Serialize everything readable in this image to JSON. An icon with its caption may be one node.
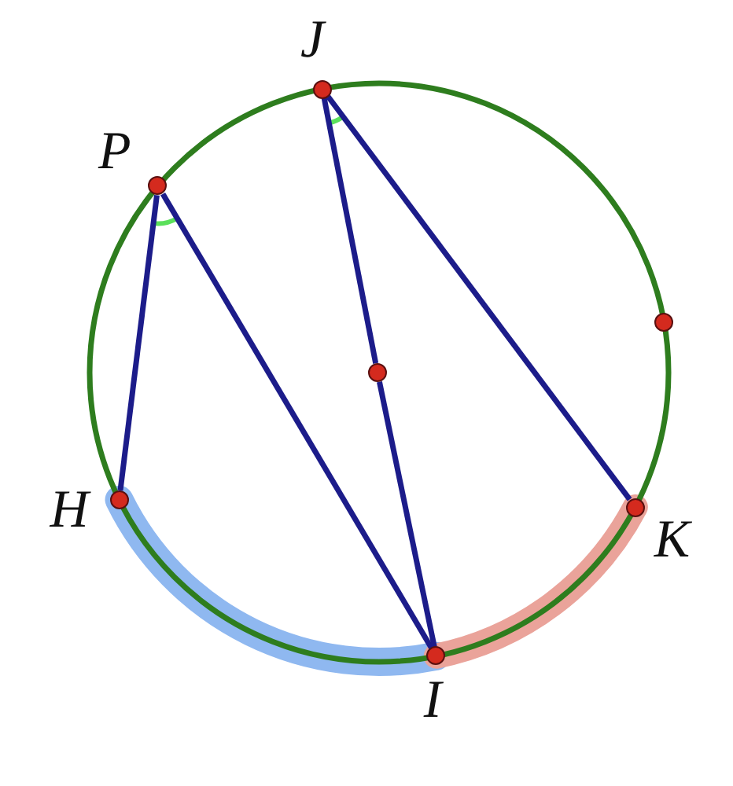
{
  "diagram": {
    "nodes": [
      {
        "text": [],
        "shape": "circle",
        "beside": [
          "J"
        ]
      },
      {
        "text": [],
        "shape": "circle",
        "beside": [
          "P"
        ]
      },
      {
        "text": [],
        "shape": "circle"
      },
      {
        "text": [],
        "shape": "circle"
      },
      {
        "text": [],
        "shape": "circle",
        "beside": [
          "H"
        ]
      },
      {
        "text": [],
        "shape": "circle",
        "beside": [
          "K"
        ]
      },
      {
        "text": [],
        "shape": "circle",
        "beside": [
          "I"
        ]
      }
    ],
    "edges": [
      {
        "from": 1,
        "to": 4,
        "arrow": "none"
      },
      {
        "from": 1,
        "to": 6,
        "arrow": "none"
      },
      {
        "from": 0,
        "to": 3,
        "arrow": "none"
      },
      {
        "from": 3,
        "to": 6,
        "arrow": "none"
      },
      {
        "from": 0,
        "to": 5,
        "arrow": "none"
      }
    ]
  }
}
